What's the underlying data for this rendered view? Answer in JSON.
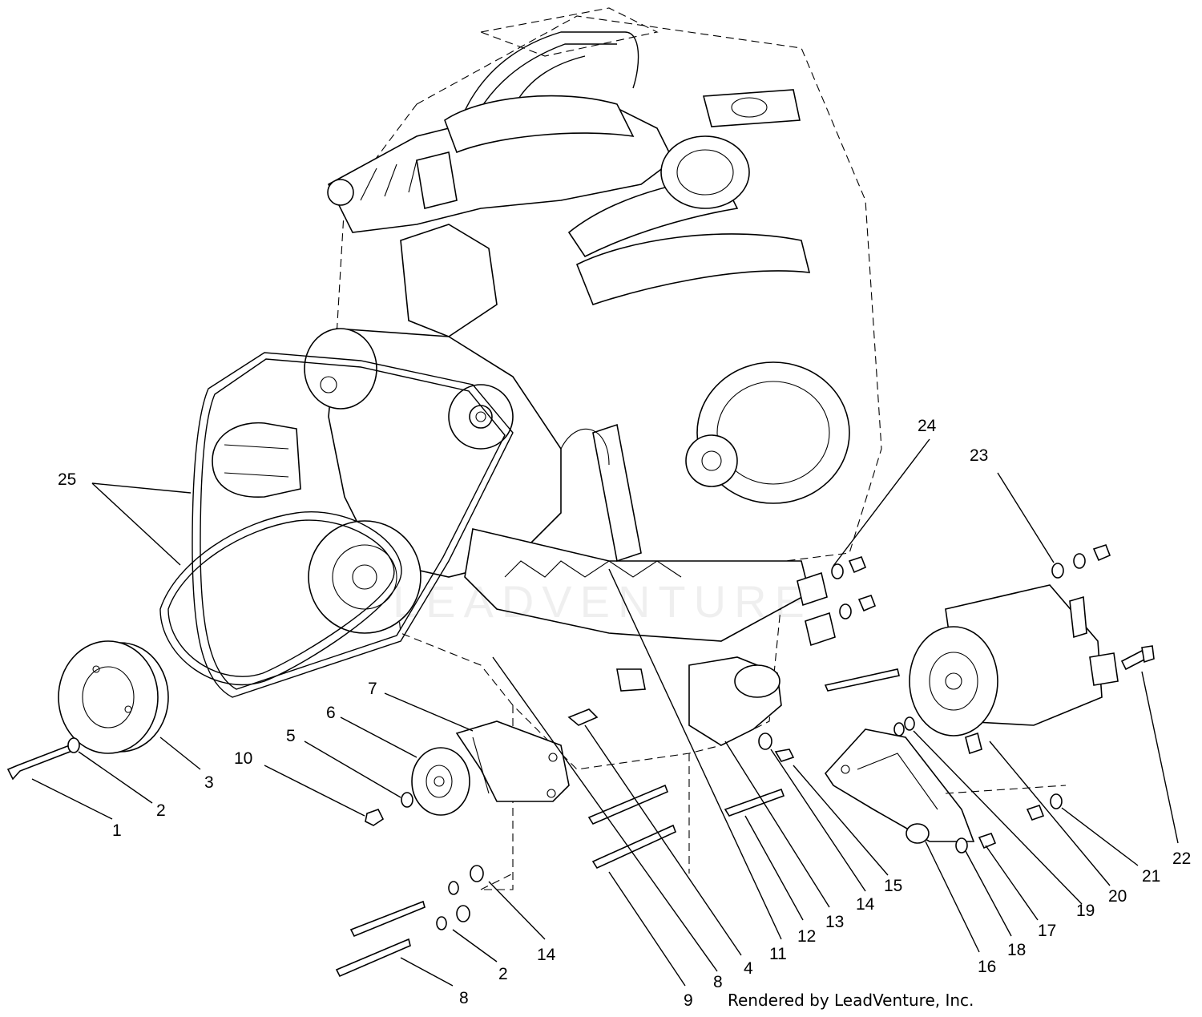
{
  "watermark": "LEADVENTURE",
  "credit": "Rendered by LeadVenture, Inc.",
  "callouts": {
    "c1": "1",
    "c2a": "2",
    "c2b": "2",
    "c3": "3",
    "c4": "4",
    "c5": "5",
    "c6": "6",
    "c7": "7",
    "c8a": "8",
    "c8b": "8",
    "c9": "9",
    "c10": "10",
    "c11": "11",
    "c12": "12",
    "c13": "13",
    "c14a": "14",
    "c14b": "14",
    "c15": "15",
    "c16": "16",
    "c17": "17",
    "c18": "18",
    "c19": "19",
    "c20": "20",
    "c21": "21",
    "c22": "22",
    "c23": "23",
    "c24": "24",
    "c25": "25"
  }
}
